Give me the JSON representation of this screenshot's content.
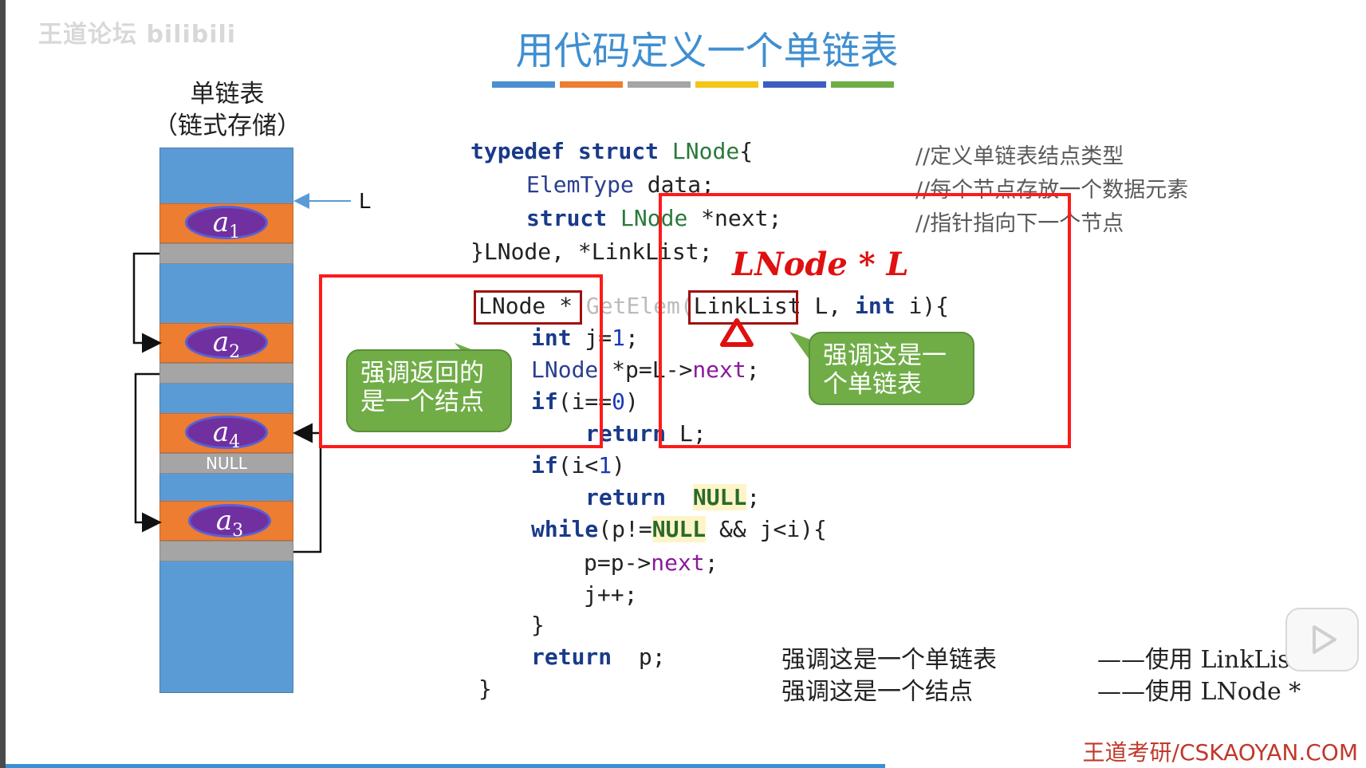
{
  "watermark": "王道论坛 bilibili",
  "title": "用代码定义一个单链表",
  "stripe_colors": [
    "#4a90d0",
    "#ed7d31",
    "#a5a5a5",
    "#f5c518",
    "#3d5dbf",
    "#70ad47"
  ],
  "left": {
    "label_line1": "单链表",
    "label_line2": "（链式存储）",
    "pointer_label": "L",
    "nodes": [
      {
        "sym": "a",
        "sub": "1"
      },
      {
        "sym": "a",
        "sub": "2"
      },
      {
        "sym": "a",
        "sub": "4"
      },
      {
        "sym": "a",
        "sub": "3"
      }
    ],
    "null_label": "NULL"
  },
  "code": {
    "l1_typedef": "typedef",
    "l1_struct": "struct",
    "l1_lnode": "LNode",
    "l1_brace": "{",
    "l2_type": "ElemType",
    "l2_field": "data;",
    "l3_struct": "struct",
    "l3_lnode": "LNode",
    "l3_rest": " *next;",
    "l4": "}LNode, *LinkList;",
    "l5_ret": "LNode *",
    "l5_fn": "GetElem(",
    "l5_param": "LinkList",
    "l5_l": " L, ",
    "l5_int": "int",
    "l5_rest": " i){",
    "l6_int": "int",
    "l6_rest": " j=",
    "l6_num": "1",
    "l6_end": ";",
    "l7_lnode": "LNode",
    "l7_p": " *p=L->",
    "l7_next": "next",
    "l7_end": ";",
    "l8_if": "if",
    "l8_mid": "(i==",
    "l8_num": "0",
    "l8_end": ")",
    "l9_ret": "return",
    "l9_rest": " L;",
    "l10_if": "if",
    "l10_mid": "(i<",
    "l10_num": "1",
    "l10_end": ")",
    "l11_ret": "return",
    "l11_null": "NULL",
    "l11_end": ";",
    "l12_while": "while",
    "l12_a": "(p!=",
    "l12_null": "NULL",
    "l12_b": " && j<i){",
    "l13_a": "p=p->",
    "l13_next": "next",
    "l13_end": ";",
    "l14": "j++;",
    "l15": "}",
    "l16_ret": "return",
    "l16_rest": "  p;",
    "l17": "}"
  },
  "comments": {
    "c1": "//定义单链表结点类型",
    "c2": "//每个节点存放一个数据元素",
    "c3": "//指针指向下一个节点"
  },
  "annotation": "LNode * L",
  "callouts": {
    "left": "强调返回的是一个结点",
    "right": "强调这是一个单链表"
  },
  "bottom": {
    "r1_left": "强调这是一个单链表",
    "r1_right": "——使用 LinkList",
    "r2_left": "强调这是一个结点",
    "r2_right": "——使用 LNode *"
  },
  "brand": "王道考研/CSKAOYAN.COM"
}
